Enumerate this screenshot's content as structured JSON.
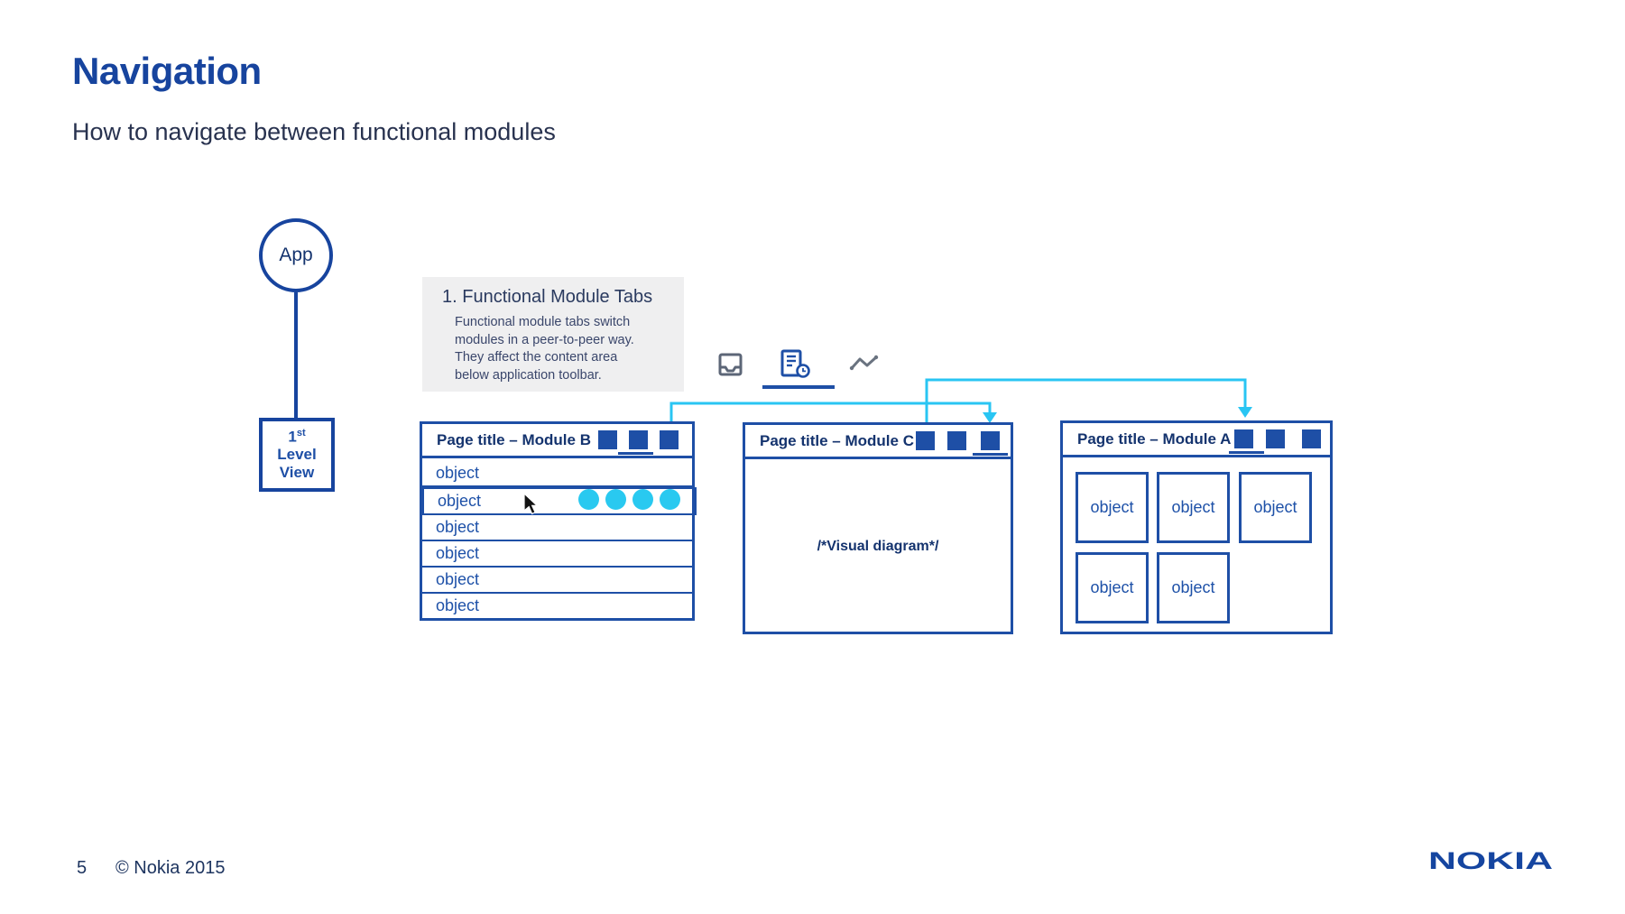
{
  "slide": {
    "title": "Navigation",
    "subtitle": "How to navigate between functional modules",
    "page_number": "5",
    "copyright": "© Nokia 2015",
    "logo": "NOKIA"
  },
  "colors": {
    "accent_blue": "#17449e",
    "mid_blue": "#1e4fa6",
    "navy_text": "#14336e",
    "dark_text": "#28324f",
    "cyan": "#29c5f3",
    "dot_cyan": "#29c9f0",
    "panel_gray": "#efeff0",
    "icon_gray": "#5c6677",
    "logo_blue": "#1545a0"
  },
  "hierarchy": {
    "app_label": "App",
    "level_box": {
      "number": "1",
      "ordinal_suffix": "st",
      "line2": "Level",
      "line3": "View"
    }
  },
  "callout": {
    "heading": "1. Functional Module Tabs",
    "body_lines": [
      "Functional module tabs switch",
      "modules in a peer-to-peer way.",
      "They affect the content area",
      "below application toolbar."
    ]
  },
  "toolbar": {
    "icons": [
      {
        "name": "media-tray-icon",
        "selected": false
      },
      {
        "name": "report-with-clock-icon",
        "selected": true
      },
      {
        "name": "trend-line-icon",
        "selected": false
      }
    ]
  },
  "modules": {
    "b": {
      "title": "Page title – Module B",
      "rows": [
        "object",
        "object",
        "object",
        "object",
        "object",
        "object"
      ],
      "active_row_index": 1,
      "indicator_dot_count": 4,
      "selected_tab_index": 1
    },
    "c": {
      "title": "Page title – Module C",
      "content": "/*Visual diagram*/",
      "selected_tab_index": 2
    },
    "a": {
      "title": "Page title – Module A",
      "cards": [
        "object",
        "object",
        "object",
        "object",
        "object"
      ],
      "selected_tab_index": 0
    }
  }
}
